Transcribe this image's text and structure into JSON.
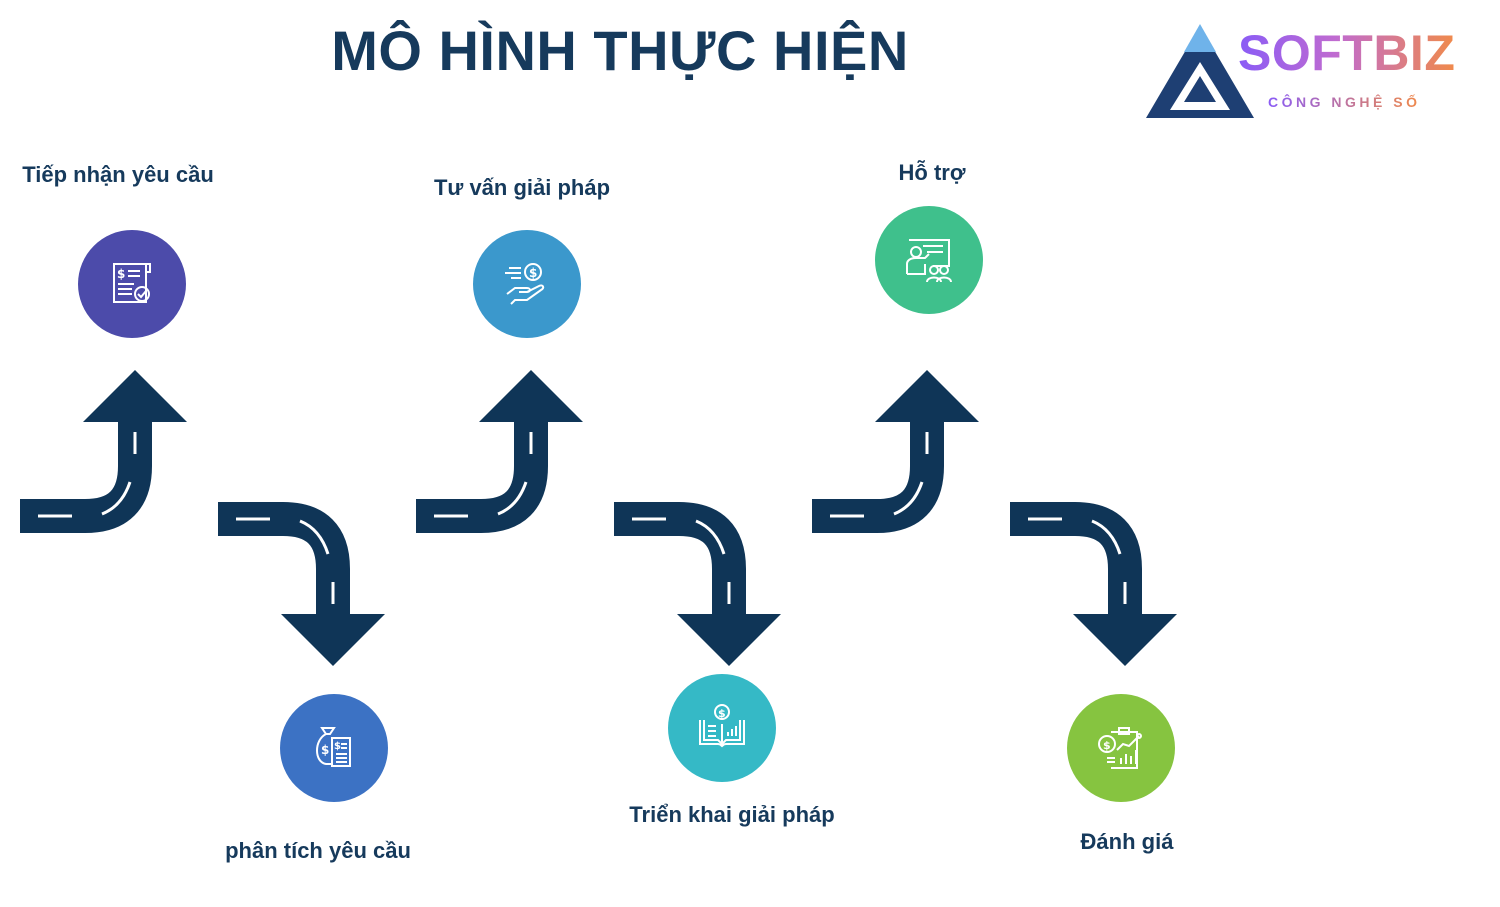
{
  "title": "MÔ HÌNH THỰC HIỆN",
  "logo": {
    "name": "SOFTBIZ",
    "tagline": "CÔNG NGHỆ SỐ",
    "colors": {
      "triangle_dark": "#1e3f73",
      "triangle_light": "#6fb3ea",
      "text_start": "#8a5cf6",
      "text_end": "#f08a4b"
    }
  },
  "road_color": "#0f3557",
  "steps": [
    {
      "label": "Tiếp nhận yêu cầu",
      "icon": "invoice-check-icon",
      "color": "#4c4baa"
    },
    {
      "label": "phân tích yêu cầu",
      "icon": "money-bag-receipt-icon",
      "color": "#3c72c4"
    },
    {
      "label": "Tư vấn giải pháp",
      "icon": "hand-coin-icon",
      "color": "#3b98cc"
    },
    {
      "label": "Triển khai giải pháp",
      "icon": "book-chart-icon",
      "color": "#35b9c6"
    },
    {
      "label": "Hỗ trợ",
      "icon": "presentation-team-icon",
      "color": "#3fc08c"
    },
    {
      "label": "Đánh giá",
      "icon": "coin-clipboard-chart-icon",
      "color": "#86c440"
    }
  ]
}
